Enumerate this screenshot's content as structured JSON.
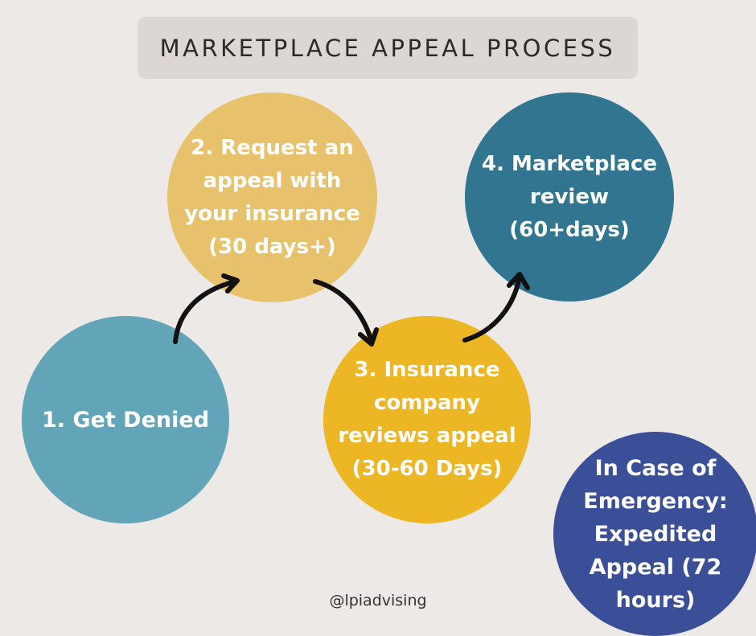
{
  "title": "MARKETPLACE APPEAL PROCESS",
  "steps": [
    {
      "label": "1. Get Denied",
      "color": "#62a5b8"
    },
    {
      "label": "2. Request an\nappeal with\nyour insurance\n(30 days+)",
      "color": "#e8c16c"
    },
    {
      "label": "3. Insurance\ncompany\nreviews appeal\n(30-60 Days)",
      "color": "#edb624"
    },
    {
      "label": "4. Marketplace\nreview\n(60+days)",
      "color": "#317590"
    }
  ],
  "emergency": {
    "label": "In Case of\nEmergency:\nExpedited\nAppeal (72\nhours)",
    "color": "#3b4f98"
  },
  "handle": "@lpiadvising",
  "colors": {
    "background": "#ede9e6",
    "title_box": "#dcd7d3",
    "arrow": "#111111"
  }
}
